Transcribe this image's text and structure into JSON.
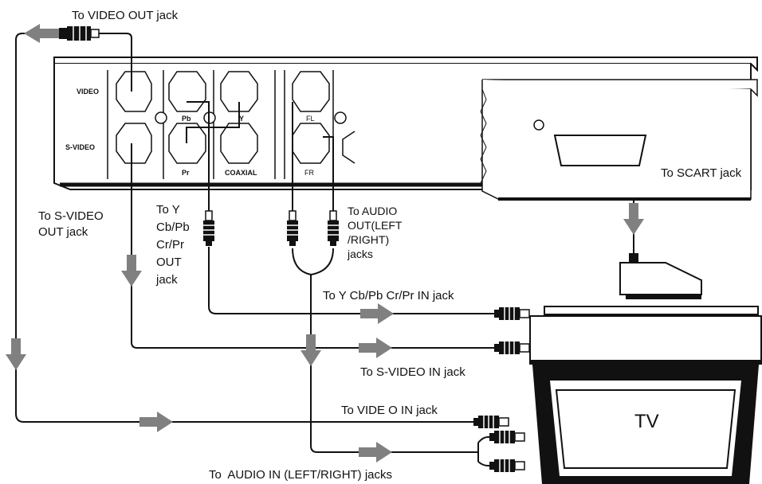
{
  "labels": {
    "video_out": "To VIDEO OUT jack",
    "svideo_out_1": "To S-VIDEO",
    "svideo_out_2": "OUT jack",
    "component_out_1": "To Y",
    "component_out_2": "Cb/Pb",
    "component_out_3": "Cr/Pr",
    "component_out_4": "OUT",
    "component_out_5": "jack",
    "audio_out_1": "To AUDIO",
    "audio_out_2": "OUT(LEFT",
    "audio_out_3": "/RIGHT)",
    "audio_out_4": "jacks",
    "scart": "To SCART jack",
    "component_in": "To Y Cb/Pb Cr/Pr IN jack",
    "svideo_in": "To S-VIDEO IN jack",
    "video_in": "To VIDE O IN jack",
    "audio_in": "To  AUDIO IN (LEFT/RIGHT) jacks",
    "tv": "TV"
  },
  "panel": {
    "video": "VIDEO",
    "svideo": "S-VIDEO",
    "pb": "Pb",
    "y": "Y",
    "pr": "Pr",
    "coaxial": "COAXIAL",
    "fl": "FL",
    "fr": "FR"
  },
  "colors": {
    "line": "#111111",
    "arrow": "#808080",
    "background": "#ffffff"
  }
}
